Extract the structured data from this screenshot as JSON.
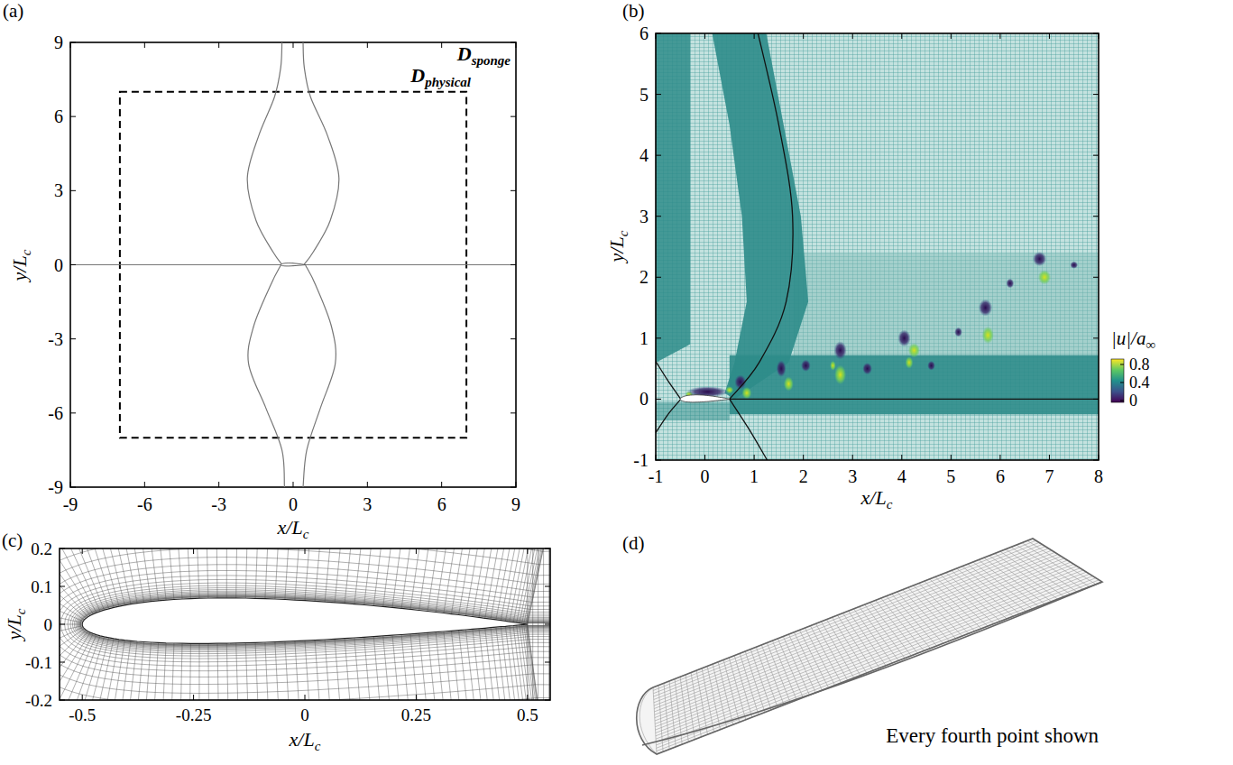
{
  "diagram": {
    "labels": [
      "(a)",
      "9",
      "6",
      "3",
      "0",
      "-3",
      "-6",
      "-9",
      "-9",
      "-6",
      "-3",
      "0",
      "3",
      "6",
      "9",
      "x/L",
      "c",
      "y/L",
      "c",
      "D",
      "sponge",
      "D",
      "physical",
      "(b)",
      "6",
      "5",
      "4",
      "3",
      "2",
      "1",
      "0",
      "-1",
      "-1",
      "0",
      "1",
      "2",
      "3",
      "4",
      "5",
      "6",
      "7",
      "8",
      "x/L",
      "c",
      "y/L",
      "c",
      "|u|/a",
      "∞",
      "0.8",
      "0.4",
      "0",
      "(c)",
      "0.2",
      "0.1",
      "0",
      "-0.1",
      "-0.2",
      "-0.5",
      "-0.25",
      "0",
      "0.25",
      "0.5",
      "x/L",
      "c",
      "y/L",
      "c",
      "(d)",
      "Every fourth point shown"
    ]
  }
}
